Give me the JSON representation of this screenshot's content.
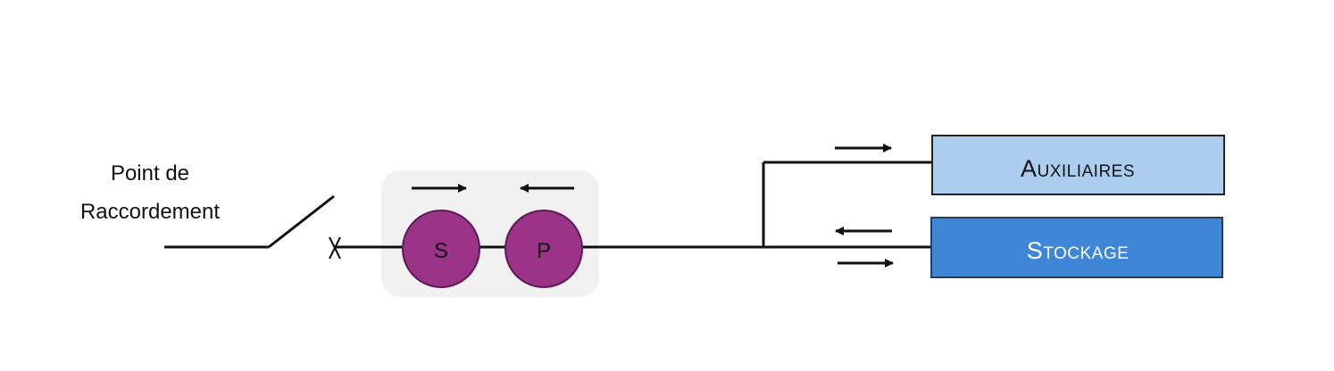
{
  "connection_point": {
    "line1": "Point de",
    "line2": "Raccordement"
  },
  "meters": {
    "s_label": "S",
    "p_label": "P"
  },
  "loads": {
    "auxiliaires_label": "Auxiliaires",
    "stockage_label": "Stockage"
  },
  "colors": {
    "meter_fill": "#9b3388",
    "meter_stroke": "#5a1b51",
    "meter_panel": "#f1f1f1",
    "auxiliaires_fill": "#abcdee",
    "stockage_fill": "#3f87d6",
    "stroke": "#111111"
  }
}
